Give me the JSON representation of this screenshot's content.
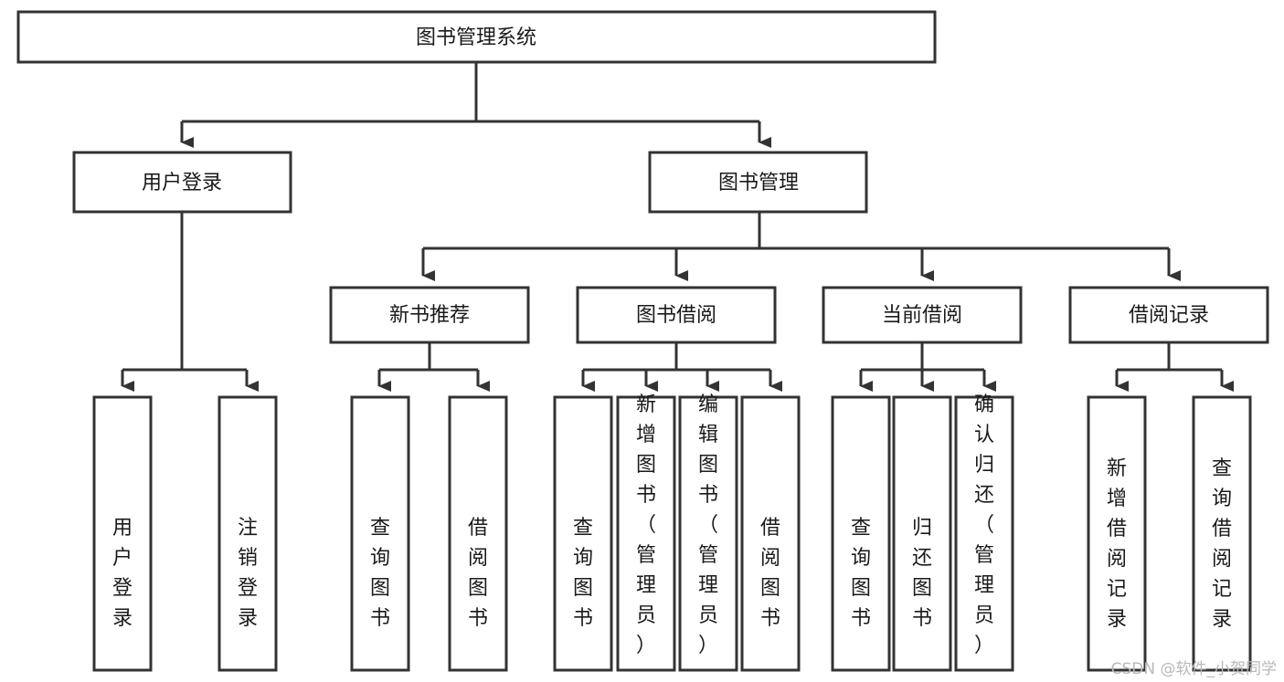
{
  "diagram": {
    "title": "图书管理系统",
    "type": "hierarchy-tree",
    "watermark": "CSDN @软件_小贺同学",
    "colors": {
      "background": "#ffffff",
      "box_fill": "#ffffff",
      "box_stroke": "#333333",
      "text": "#1a1a1a",
      "watermark": "#b8b8b8"
    },
    "levels": {
      "level1": [
        {
          "id": "root",
          "label": "图书管理系统",
          "orientation": "horizontal"
        }
      ],
      "level2": [
        {
          "id": "user-login",
          "label": "用户登录",
          "orientation": "horizontal"
        },
        {
          "id": "book-manage",
          "label": "图书管理",
          "orientation": "horizontal"
        }
      ],
      "level3": [
        {
          "id": "new-book-rec",
          "label": "新书推荐",
          "orientation": "horizontal"
        },
        {
          "id": "book-borrow",
          "label": "图书借阅",
          "orientation": "horizontal"
        },
        {
          "id": "current-borrow",
          "label": "当前借阅",
          "orientation": "horizontal"
        },
        {
          "id": "borrow-record",
          "label": "借阅记录",
          "orientation": "horizontal"
        }
      ],
      "level4": [
        {
          "id": "leaf-user-login",
          "label": "用户登录",
          "orientation": "vertical",
          "parent": "user-login"
        },
        {
          "id": "leaf-user-logout",
          "label": "注销登录",
          "orientation": "vertical",
          "parent": "user-login"
        },
        {
          "id": "leaf-query-book-1",
          "label": "查询图书",
          "orientation": "vertical",
          "parent": "new-book-rec"
        },
        {
          "id": "leaf-borrow-book-1",
          "label": "借阅图书",
          "orientation": "vertical",
          "parent": "new-book-rec"
        },
        {
          "id": "leaf-query-book-2",
          "label": "查询图书",
          "orientation": "vertical",
          "parent": "book-borrow"
        },
        {
          "id": "leaf-add-book",
          "label": "新增图书（管理员）",
          "orientation": "vertical",
          "parent": "book-borrow"
        },
        {
          "id": "leaf-edit-book",
          "label": "编辑图书（管理员）",
          "orientation": "vertical",
          "parent": "book-borrow"
        },
        {
          "id": "leaf-borrow-book-2",
          "label": "借阅图书",
          "orientation": "vertical",
          "parent": "book-borrow"
        },
        {
          "id": "leaf-query-book-3",
          "label": "查询图书",
          "orientation": "vertical",
          "parent": "current-borrow"
        },
        {
          "id": "leaf-return-book",
          "label": "归还图书",
          "orientation": "vertical",
          "parent": "current-borrow"
        },
        {
          "id": "leaf-confirm-return",
          "label": "确认归还（管理员）",
          "orientation": "vertical",
          "parent": "current-borrow"
        },
        {
          "id": "leaf-add-record",
          "label": "新增借阅记录",
          "orientation": "vertical",
          "parent": "borrow-record"
        },
        {
          "id": "leaf-query-record",
          "label": "查询借阅记录",
          "orientation": "vertical",
          "parent": "borrow-record"
        }
      ]
    }
  }
}
